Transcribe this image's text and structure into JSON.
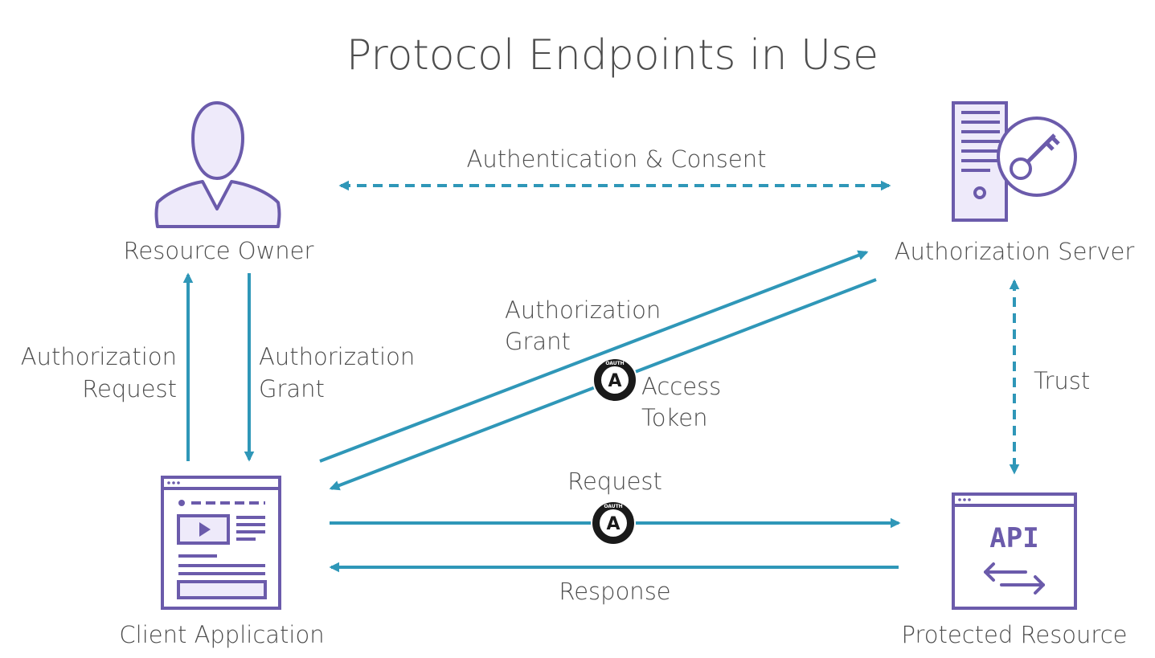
{
  "title": "Protocol Endpoints in Use",
  "colors": {
    "icon_stroke": "#6b5bab",
    "icon_fill": "#eeeafa",
    "arrow": "#2f97b8",
    "text": "#4d4d4d",
    "token_badge": "#1a1a1a"
  },
  "nodes": {
    "resource_owner": {
      "label": "Resource Owner",
      "icon": "person-icon"
    },
    "authorization_server": {
      "label": "Authorization Server",
      "icon": "server-key-icon"
    },
    "client_application": {
      "label": "Client Application",
      "icon": "browser-window-icon"
    },
    "protected_resource": {
      "label": "Protected Resource",
      "icon": "api-window-icon"
    }
  },
  "edges": {
    "auth_consent": {
      "label": "Authentication & Consent",
      "style": "dashed",
      "direction": "both"
    },
    "auth_request": {
      "line1": "Authorization",
      "line2": "Request"
    },
    "auth_grant_owner": {
      "line1": "Authorization",
      "line2": "Grant"
    },
    "auth_grant_server": {
      "line1": "Authorization",
      "line2": "Grant"
    },
    "access_token": {
      "line1": "Access",
      "line2": "Token"
    },
    "trust": {
      "label": "Trust",
      "style": "dashed",
      "direction": "both"
    },
    "request": {
      "label": "Request"
    },
    "response": {
      "label": "Response"
    }
  },
  "api_icon_text": "API",
  "token_badge": {
    "icon": "oauth-token-icon",
    "letter": "A",
    "ring_text": "OAUTH"
  }
}
